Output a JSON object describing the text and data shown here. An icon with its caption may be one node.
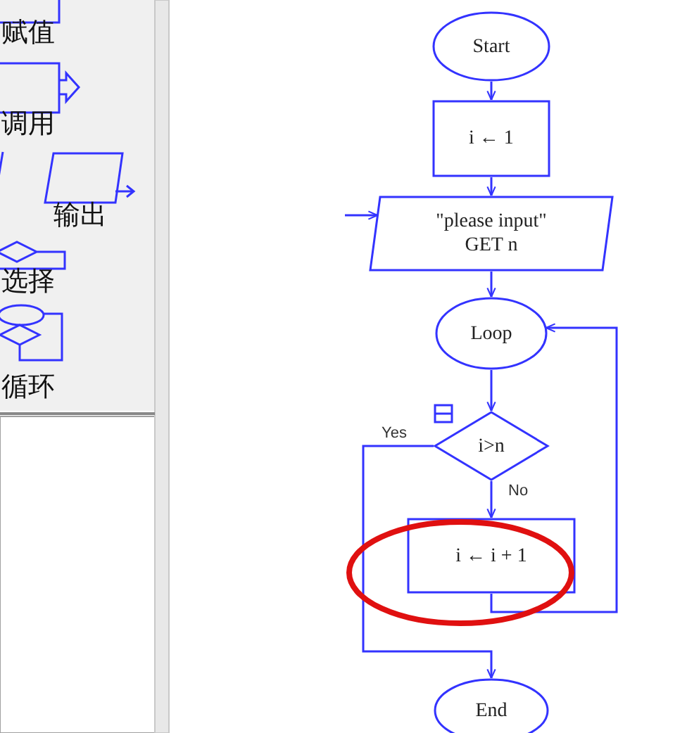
{
  "diagram": {
    "nodes": [
      {
        "text": [
          "Start"
        ]
      },
      {
        "text": [
          "i ← 1"
        ]
      },
      {
        "text": [
          "\"please input\" GET n"
        ]
      },
      {
        "text": [
          "Loop"
        ]
      },
      {
        "text": [
          "i>n"
        ]
      },
      {
        "text": [
          "i ← i + 1"
        ]
      },
      {
        "text": [
          "End"
        ]
      }
    ],
    "edges": [
      {
        "from": 0,
        "to": 1,
        "arrow": "to"
      },
      {
        "from": 1,
        "to": 2,
        "arrow": "to"
      },
      {
        "from": 2,
        "to": 3,
        "arrow": "to"
      },
      {
        "from": 3,
        "to": 4,
        "arrow": "to"
      },
      {
        "from": 4,
        "to": 6,
        "arrow": "to",
        "label": "Yes"
      },
      {
        "from": 4,
        "to": 5,
        "arrow": "to",
        "label": "No"
      },
      {
        "from": 5,
        "to": 3,
        "arrow": "to"
      },
      {
        "from": null,
        "to": 2,
        "arrow": "to"
      }
    ],
    "labels": [
      "赋值",
      "调用",
      "输出",
      "选择",
      "循环"
    ]
  }
}
